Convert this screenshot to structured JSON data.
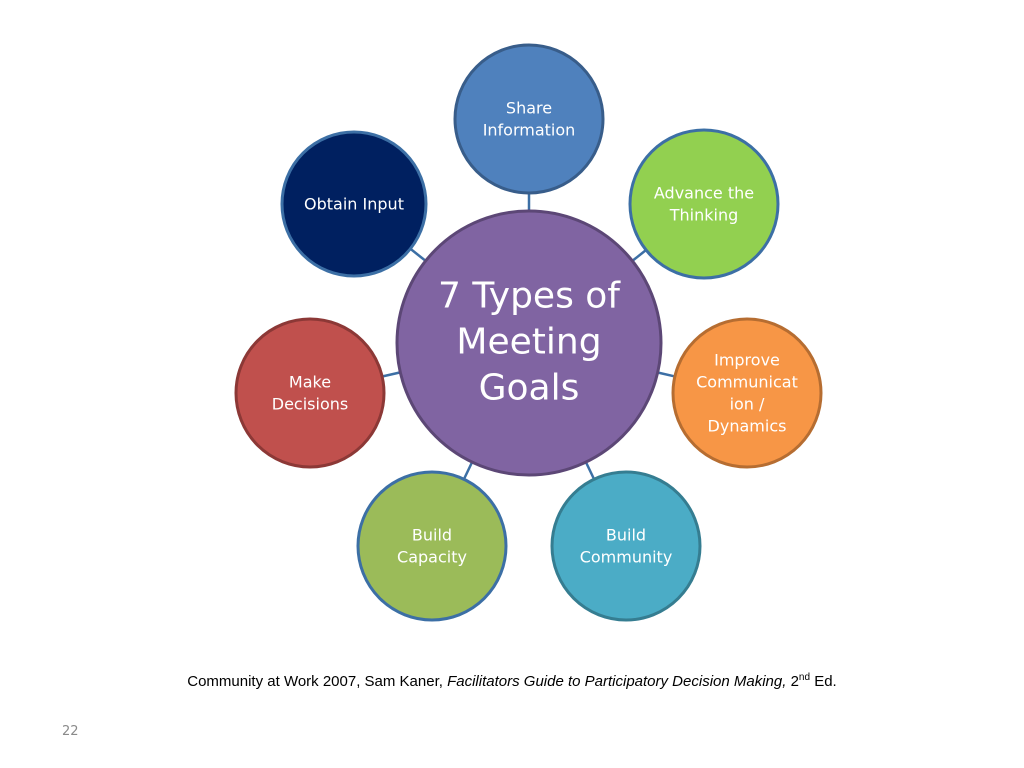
{
  "diagram": {
    "center": {
      "lines": [
        "7 Types of",
        "Meeting",
        "Goals"
      ],
      "fill": "#8064a2",
      "stroke": "#5c4776"
    },
    "nodes": [
      {
        "lines": [
          "Share",
          "Information"
        ],
        "fill": "#4f81bd",
        "stroke": "#385d8a"
      },
      {
        "lines": [
          "Advance the",
          "Thinking"
        ],
        "fill": "#92d050",
        "stroke": "#3c6fa5"
      },
      {
        "lines": [
          "Improve",
          "Communicat",
          "ion /",
          "Dynamics"
        ],
        "fill": "#f79646",
        "stroke": "#b66d31"
      },
      {
        "lines": [
          "Build",
          "Community"
        ],
        "fill": "#4bacc6",
        "stroke": "#357d91"
      },
      {
        "lines": [
          "Build",
          "Capacity"
        ],
        "fill": "#9bbb59",
        "stroke": "#3c6fa5"
      },
      {
        "lines": [
          "Make",
          "Decisions"
        ],
        "fill": "#c0504d",
        "stroke": "#8c3836"
      },
      {
        "lines": [
          "Obtain Input"
        ],
        "fill": "#002060",
        "stroke": "#3c6fa5"
      }
    ],
    "connector_color": "#3c6fa5"
  },
  "citation": {
    "prefix": "Community at Work 2007, Sam Kaner, ",
    "title": "Facilitators Guide to Participatory Decision Making,",
    "edition_number": " 2",
    "edition_suffix": "nd",
    "edition_tail": " Ed."
  },
  "page_number": "22"
}
